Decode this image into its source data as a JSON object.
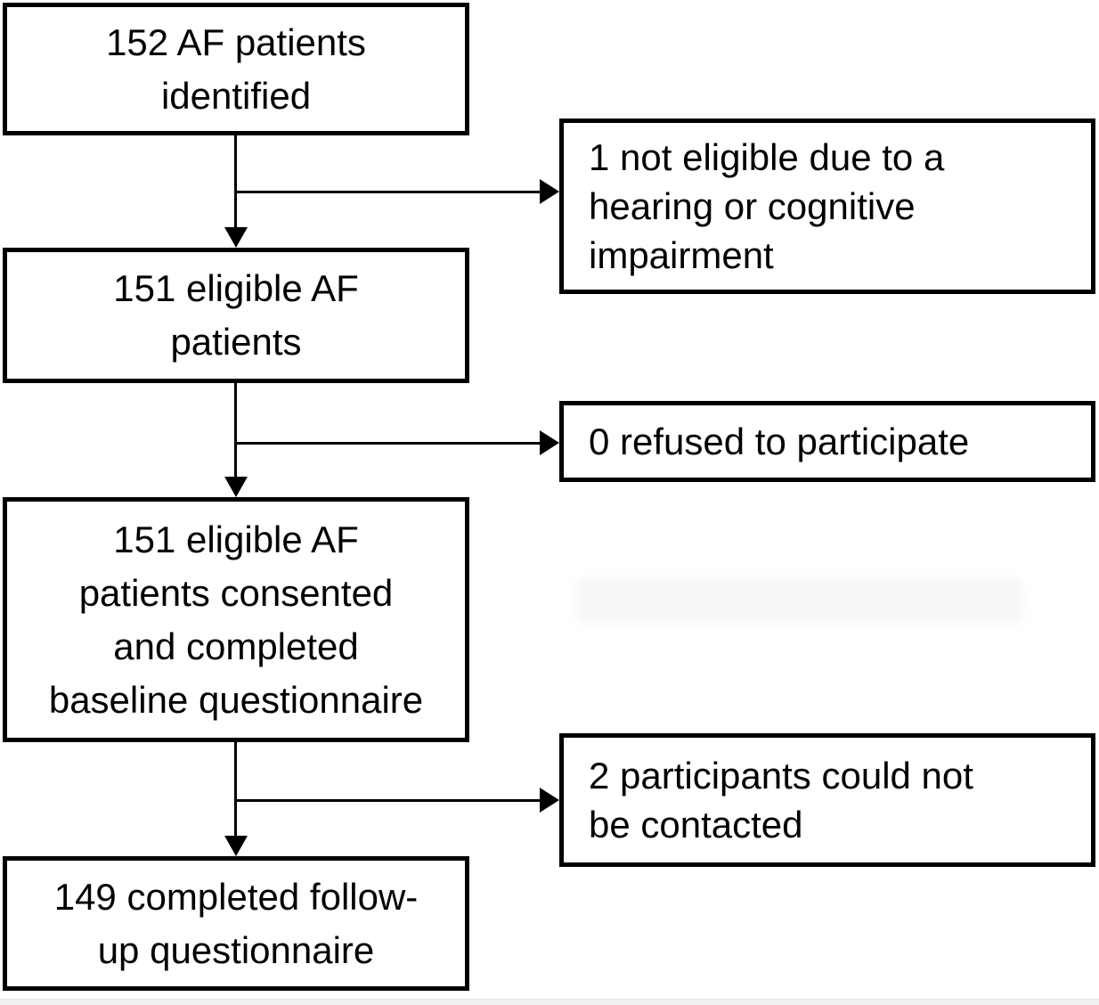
{
  "flowchart": {
    "type": "patient-recruitment-flow-diagram",
    "main_flow": [
      {
        "text": "152 AF patients\nidentified"
      },
      {
        "text": "151 eligible AF\npatients"
      },
      {
        "text": "151 eligible AF\npatients consented\nand completed\nbaseline questionnaire"
      },
      {
        "text": "149 completed follow-\nup questionnaire"
      }
    ],
    "exclusions": [
      {
        "text": "1 not eligible due to a\nhearing or cognitive\nimpairment"
      },
      {
        "text": "0 refused to participate"
      },
      {
        "text": "2 participants could not\nbe contacted"
      }
    ],
    "colors": {
      "box_border": "#000000",
      "text": "#000000",
      "background": "#ffffff",
      "arrow": "#000000"
    }
  }
}
